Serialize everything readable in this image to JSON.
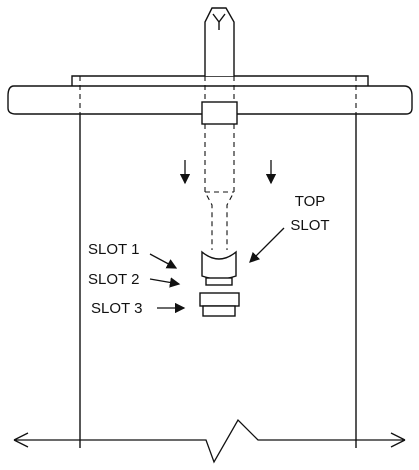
{
  "labels": {
    "top_slot_line1": "TOP",
    "top_slot_line2": "SLOT",
    "slot_1": "SLOT 1",
    "slot_2": "SLOT 2",
    "slot_3": "SLOT 3"
  },
  "colors": {
    "ink": "#111111",
    "background": "#ffffff"
  }
}
